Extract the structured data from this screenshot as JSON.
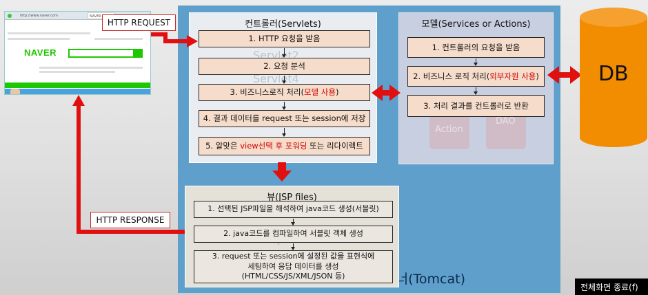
{
  "browser": {
    "url": "http://www.naver.com",
    "tab": "NAVER",
    "logo": "NAVER"
  },
  "labels": {
    "http_request": "HTTP REQUEST",
    "http_response": "HTTP RESPONSE"
  },
  "container": {
    "label": "웹 컨테이너(Tomcat)"
  },
  "controller": {
    "title": "컨트롤러(Servlets)",
    "ghost_1": "Servlet2",
    "ghost_2": "Servlet4",
    "steps": [
      {
        "text": "1. HTTP 요청을 받음"
      },
      {
        "text": "2. 요청 분석"
      },
      {
        "pre": "3. 비즈니스로직 처리(",
        "highlight": "모델 사용",
        "post": ")"
      },
      {
        "text": "4. 결과 데이터를 request 또는 session에 저장"
      },
      {
        "pre": "5. 알맞은 ",
        "highlight": "view선택 후 포워딩",
        "post": " 또는 리다이렉트"
      }
    ]
  },
  "model": {
    "title": "모델(Services or Actions)",
    "ghost_1": "Action",
    "ghost_2": "DAO",
    "steps": [
      {
        "text": "1. 컨트롤러의 요청을 받음"
      },
      {
        "pre": "2. 비즈니스 로직 처리(",
        "highlight": "외부자원 사용",
        "post": ")"
      },
      {
        "text": "3. 처리 결과를 컨트롤러로 반환"
      }
    ]
  },
  "view": {
    "title": "뷰(JSP files)",
    "ghost_1": "JSP",
    "steps": [
      {
        "text": "1. 선택된 JSP파일을 해석하여 java코드 생성(서블릿)"
      },
      {
        "text": "2. java코드를 컴파일하여 서블릿 객체 생성"
      },
      {
        "line1": "3. request 또는 session에 설정된 값을 표현식에",
        "line2": "세팅하여 응답 데이터를 생성",
        "line3": "(HTML/CSS/JS/XML/JSON 등)"
      }
    ]
  },
  "db": {
    "label": "DB"
  },
  "colors": {
    "arrow": "#e01010",
    "container": "#5f9fcc",
    "step_fill": "#f5dccb",
    "db": "#f28c00",
    "highlight": "#d10000"
  },
  "overlay": {
    "exit_fullscreen": "전체화면 종료(f)"
  }
}
